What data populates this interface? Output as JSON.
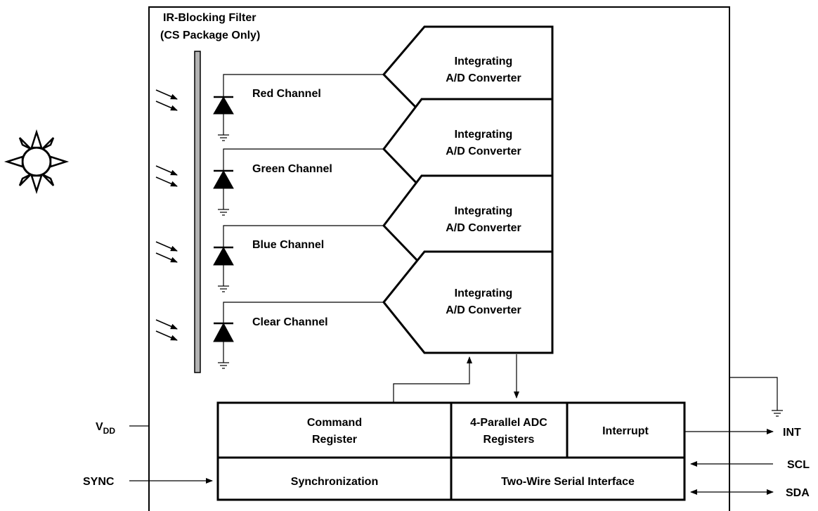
{
  "filter": {
    "line1": "IR-Blocking Filter",
    "line2": "(CS Package Only)",
    "color": "#b3b3b3"
  },
  "channels": [
    {
      "label": "Red Channel",
      "adc_line1": "Integrating",
      "adc_line2": "A/D Converter"
    },
    {
      "label": "Green Channel",
      "adc_line1": "Integrating",
      "adc_line2": "A/D Converter"
    },
    {
      "label": "Blue Channel",
      "adc_line1": "Integrating",
      "adc_line2": "A/D Converter"
    },
    {
      "label": "Clear Channel",
      "adc_line1": "Integrating",
      "adc_line2": "A/D Converter"
    }
  ],
  "registers": {
    "command_line1": "Command",
    "command_line2": "Register",
    "adc_regs_line1": "4-Parallel ADC",
    "adc_regs_line2": "Registers",
    "interrupt": "Interrupt",
    "synchronization": "Synchronization",
    "serial_interface": "Two-Wire Serial Interface"
  },
  "pins": {
    "vdd_main": "V",
    "vdd_sub": "DD",
    "sync": "SYNC",
    "int": "INT",
    "scl": "SCL",
    "sda": "SDA"
  },
  "icons": {
    "light_source": "sun-icon",
    "photodiode": "photodiode-icon",
    "ground": "ground-icon",
    "light_rays": "light-ray-icon"
  }
}
